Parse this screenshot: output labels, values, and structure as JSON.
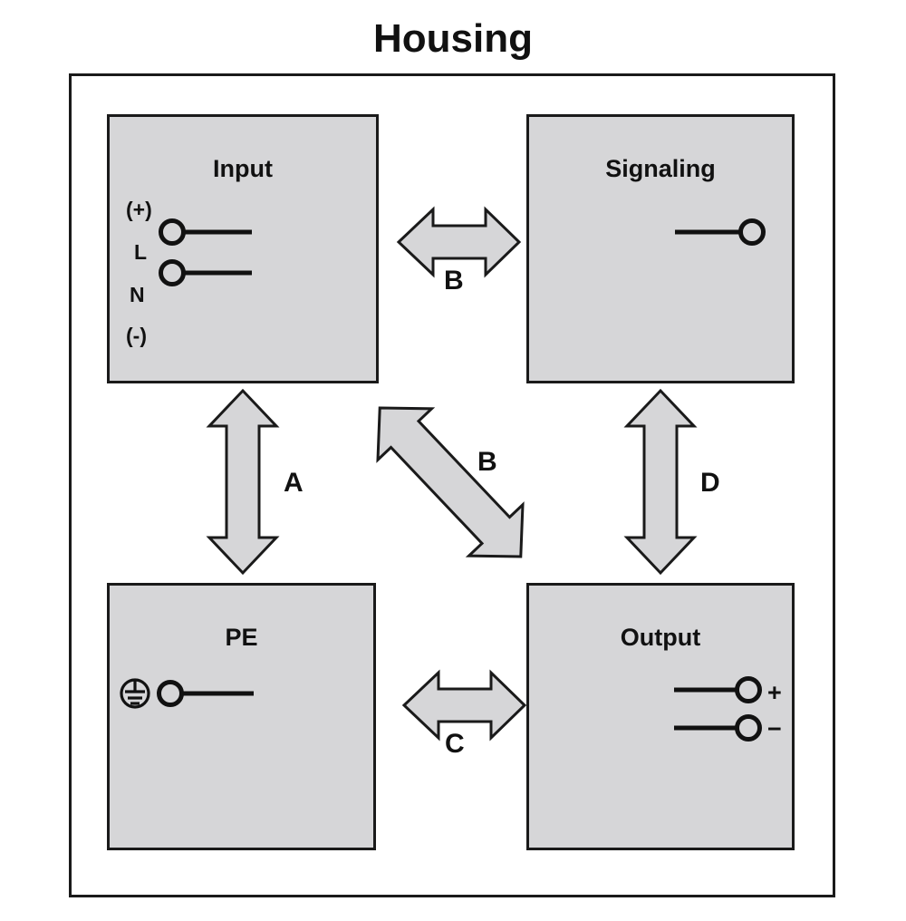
{
  "title": "Housing",
  "housing": {
    "label": "Housing",
    "border_color": "#1a1a1a"
  },
  "colors": {
    "block_fill": "#d6d6d8",
    "stroke": "#1a1a1a",
    "arrow_fill": "#d6d6d8",
    "background": "#ffffff",
    "text": "#111111"
  },
  "blocks": [
    {
      "id": "input",
      "title": "Input",
      "terminals": [
        {
          "name": "plus-polarity",
          "label": "(+)",
          "has_circle": false
        },
        {
          "name": "line",
          "label": "L",
          "has_circle": true,
          "circle_side": "left"
        },
        {
          "name": "neutral",
          "label": "N",
          "has_circle": true,
          "circle_side": "left"
        },
        {
          "name": "minus-polarity",
          "label": "(-)",
          "has_circle": false
        }
      ]
    },
    {
      "id": "signaling",
      "title": "Signaling",
      "terminals": [
        {
          "name": "signal",
          "label": "",
          "has_circle": true,
          "circle_side": "right"
        }
      ]
    },
    {
      "id": "pe",
      "title": "PE",
      "terminals": [
        {
          "name": "protective-earth",
          "label": "",
          "icon": "protective-earth-icon",
          "has_circle": true,
          "circle_side": "left"
        }
      ]
    },
    {
      "id": "output",
      "title": "Output",
      "terminals": [
        {
          "name": "output-positive",
          "label": "+",
          "has_circle": true,
          "circle_side": "right"
        },
        {
          "name": "output-negative",
          "label": "−",
          "has_circle": true,
          "circle_side": "right"
        }
      ]
    }
  ],
  "arrows": [
    {
      "id": "a",
      "label": "A",
      "orientation": "vertical",
      "from": "input",
      "to": "pe"
    },
    {
      "id": "b-top",
      "label": "B",
      "orientation": "horizontal",
      "from": "input",
      "to": "signaling"
    },
    {
      "id": "b-diagonal",
      "label": "B",
      "orientation": "diagonal",
      "from": "input",
      "to": "output"
    },
    {
      "id": "c",
      "label": "C",
      "orientation": "horizontal",
      "from": "pe",
      "to": "output"
    },
    {
      "id": "d",
      "label": "D",
      "orientation": "vertical",
      "from": "signaling",
      "to": "output"
    }
  ]
}
